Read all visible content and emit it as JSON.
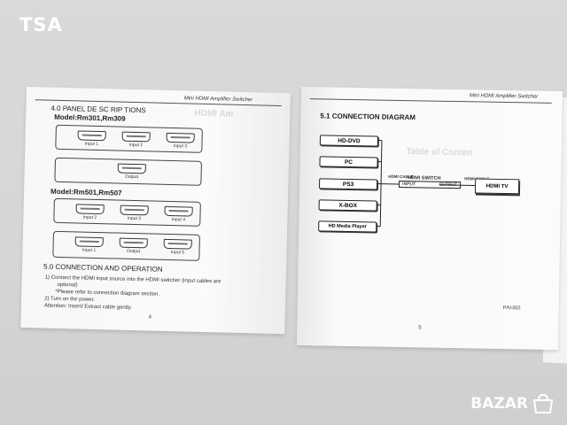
{
  "watermark": "TSA",
  "left_page": {
    "running_head": "Mini HDMI Amplifier Switcher",
    "section4_title": "4.0 PANEL DE SC RIP TIONS",
    "model1": "Model:Rm301,Rm309",
    "model1_front_ports": [
      "Input 1",
      "Input 2",
      "Input 3"
    ],
    "model1_back_ports": [
      "Output"
    ],
    "model2": "Model:Rm501,Rm507",
    "model2_front_ports": [
      "Input 2",
      "Input 3",
      "Input 4"
    ],
    "model2_back_ports": [
      "Input 1",
      "Output",
      "Input 5"
    ],
    "section5_title": "5.0 CONNECTION AND OPERATION",
    "step1_line1": "1)    Connect the HDMI input source into the HDMI switcher (input cables are",
    "step1_line2": "optional)",
    "step1_note": "*Please refer to connection diagram section.",
    "step2": "2)  Turn on the power.",
    "attention": "Attention: Insert/ Extract cable gently.",
    "page_number": "4"
  },
  "right_page": {
    "running_head": "Mini HDMI Amplifier Switcher",
    "title": "5.1 CONNECTION DIAGRAM",
    "devices": [
      "HD-DVD",
      "PC",
      "PS3",
      "X-BOX",
      "HD Media Player"
    ],
    "hdmi_cable_in": "HDMI CABLE",
    "switch_label": "HDMI SWITCH",
    "switch_input": "INPUT",
    "switch_output": "OUTPUT",
    "hdmi_cable_out": "HDMI CABLE",
    "tv_label": "HDMI TV",
    "footer_code": "P/N:002",
    "page_number": "5"
  },
  "ghost_text": {
    "left": "HDMI Am",
    "right": "Table of Conten"
  },
  "logo": {
    "text": "BAZAR",
    "icon": "shopping-bag-icon"
  }
}
